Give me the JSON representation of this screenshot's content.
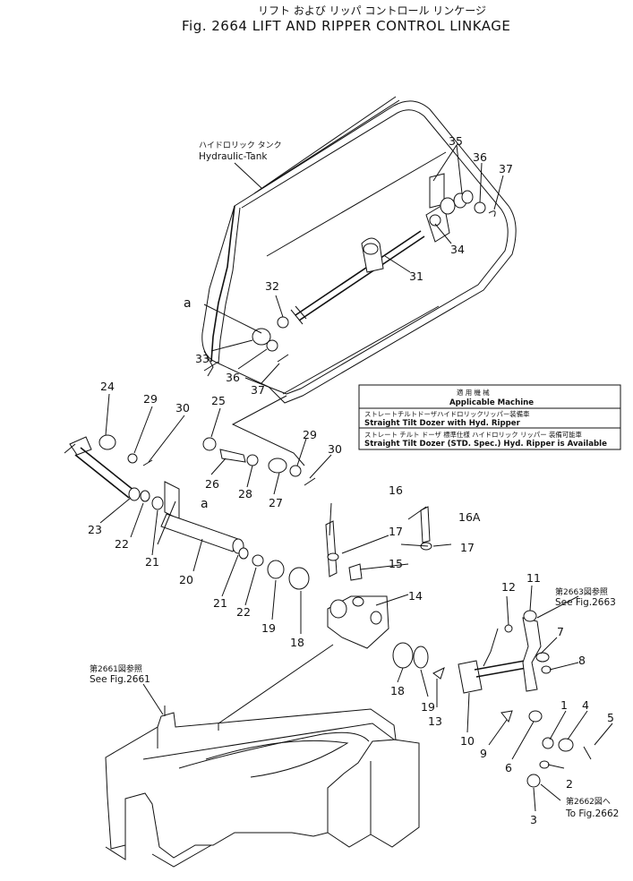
{
  "title": {
    "jp": "リフト および リッパ コントロール リンケージ",
    "en": "Fig. 2664 LIFT AND RIPPER CONTROL LINKAGE"
  },
  "hydraulic_tank": {
    "jp": "ハイドロリック タンク",
    "en": "Hydraulic-Tank"
  },
  "applicable": {
    "header_jp": "適 用 機 械",
    "header_en": "Applicable Machine",
    "rows": [
      {
        "jp": "ストレートチルトドーザハイドロリックリッパー装備車",
        "en": "Straight Tilt Dozer with Hyd. Ripper"
      },
      {
        "jp": "ストレート チルト ドーザ 標準仕様 ハイドロリック リッパー 装備可能車",
        "en": "Straight Tilt Dozer (STD. Spec.) Hyd. Ripper is Available"
      }
    ]
  },
  "references": {
    "fig2661": {
      "jp": "第2661図参照",
      "en": "See Fig.2661"
    },
    "fig2663": {
      "jp": "第2663図参照",
      "en": "See Fig.2663"
    },
    "fig2662": {
      "jp": "第2662図へ",
      "en": "To Fig.2662"
    }
  },
  "callouts": {
    "p1": "1",
    "p2": "2",
    "p3": "3",
    "p4": "4",
    "p5": "5",
    "p6": "6",
    "p7": "7",
    "p8": "8",
    "p9": "9",
    "p10": "10",
    "p11": "11",
    "p12": "12",
    "p13": "13",
    "p14": "14",
    "p15": "15",
    "p16": "16",
    "p16a": "16A",
    "p17a": "17",
    "p17b": "17",
    "p18a": "18",
    "p18b": "18",
    "p19a": "19",
    "p19b": "19",
    "p20": "20",
    "p21a": "21",
    "p21b": "21",
    "p22a": "22",
    "p22b": "22",
    "p23": "23",
    "p24": "24",
    "p25": "25",
    "p26": "26",
    "p27": "27",
    "p28": "28",
    "p29a": "29",
    "p29b": "29",
    "p30a": "30",
    "p30b": "30",
    "p31": "31",
    "p32": "32",
    "p33": "33",
    "p34": "34",
    "p35": "35",
    "p36a": "36",
    "p36b": "36",
    "p37a": "37",
    "p37b": "37",
    "ref_a1": "a",
    "ref_a2": "a"
  }
}
